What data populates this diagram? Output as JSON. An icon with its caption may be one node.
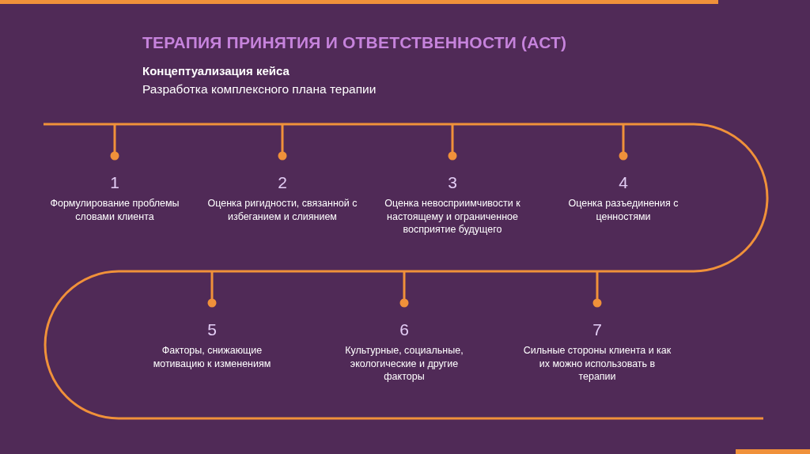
{
  "diagram": {
    "title": "ТЕРАПИЯ ПРИНЯТИЯ И ОТВЕТСТВЕННОСТИ (АСТ)",
    "nodes": [
      {
        "text": [
          "1",
          "Формулирование проблемы словами клиента"
        ]
      },
      {
        "text": [
          "2",
          "Оценка ригидности, связанной с избеганием и слиянием"
        ]
      },
      {
        "text": [
          "3",
          "Оценка невосприимчивости к настоящему и ограниченное восприятие будущего"
        ]
      },
      {
        "text": [
          "4",
          "Оценка разъединения с ценностями"
        ]
      },
      {
        "text": [
          "5",
          "Факторы, снижающие мотивацию к изменениям"
        ]
      },
      {
        "text": [
          "6",
          "Культурные, социальные, экологические и другие факторы"
        ]
      },
      {
        "text": [
          "7",
          "Сильные стороны клиента и как их можно использовать в терапии"
        ]
      }
    ],
    "labels": [
      "Концептуализация кейса",
      "Разработка комплексного плана терапии"
    ]
  }
}
